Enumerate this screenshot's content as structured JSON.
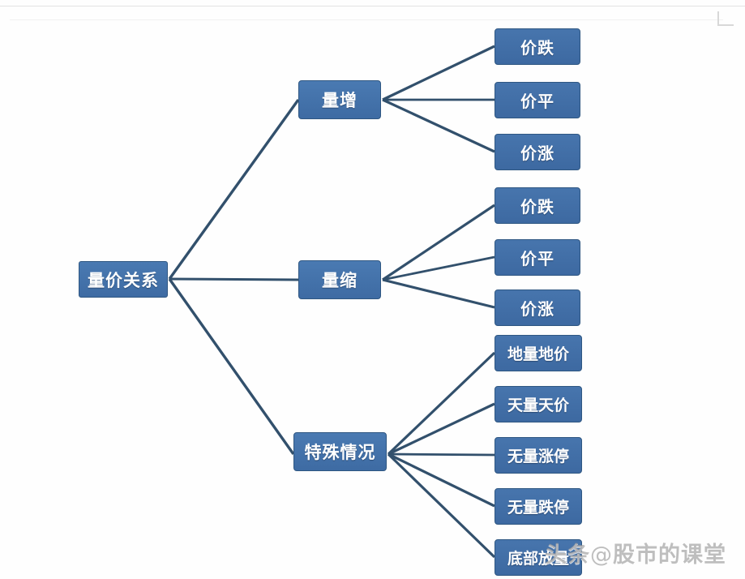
{
  "diagram": {
    "type": "tree-mind-map",
    "orientation": "left-to-right",
    "root": {
      "label": "量价关系"
    },
    "branches": [
      {
        "label": "量增",
        "children": [
          {
            "label": "价跌"
          },
          {
            "label": "价平"
          },
          {
            "label": "价涨"
          }
        ]
      },
      {
        "label": "量缩",
        "children": [
          {
            "label": "价跌"
          },
          {
            "label": "价平"
          },
          {
            "label": "价涨"
          }
        ]
      },
      {
        "label": "特殊情况",
        "children": [
          {
            "label": "地量地价"
          },
          {
            "label": "天量天价"
          },
          {
            "label": "无量涨停"
          },
          {
            "label": "无量跌停"
          },
          {
            "label": "底部放量"
          }
        ]
      }
    ]
  },
  "style": {
    "node_fill": "#4272ab",
    "node_border": "#2f5782",
    "node_text": "#ffffff",
    "connector": "#32506c",
    "background": "#ffffff"
  },
  "watermark": {
    "prefix": "头条",
    "at": "@",
    "account": "股市的课堂"
  }
}
